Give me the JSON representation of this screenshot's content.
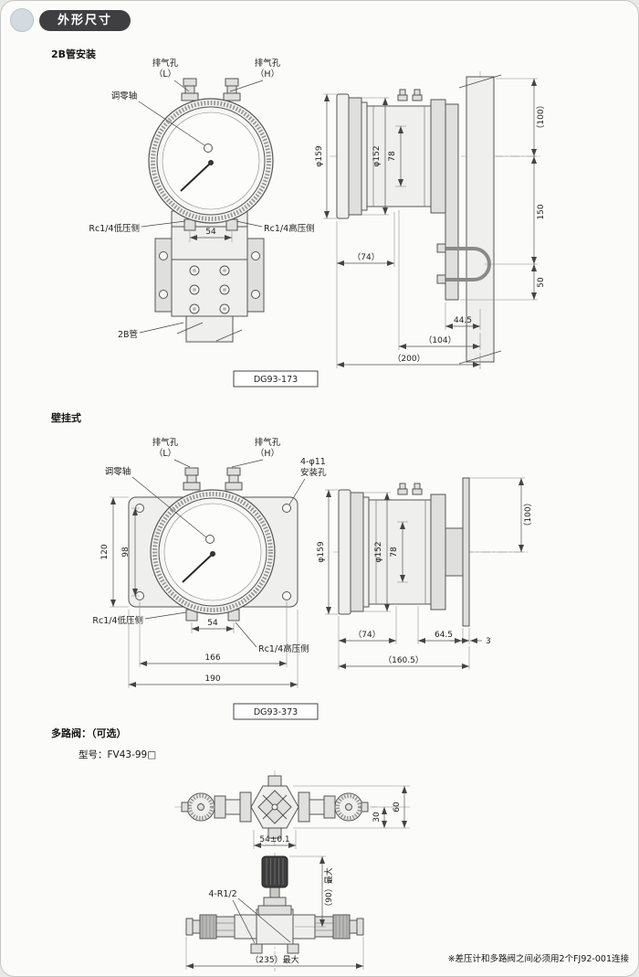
{
  "header": {
    "title": "外形尺寸"
  },
  "s1": {
    "title": "2B管安装",
    "vent_l_1": "排气孔",
    "vent_l_2": "（L）",
    "vent_h_1": "排气孔",
    "vent_h_2": "（H）",
    "zero_axis": "调零轴",
    "low_side": "Rc1/4低压侧",
    "high_side": "Rc1/4高压侧",
    "pipe_label": "2B管",
    "dims": {
      "d54": "54",
      "d159": "φ159",
      "d152": "φ152",
      "d78": "78",
      "d74": "（74）",
      "d100": "（100）",
      "d150": "150",
      "d50": "50",
      "d44_5": "44.5",
      "d104": "（104）",
      "d200": "（200）"
    },
    "model": "DG93-173"
  },
  "s2": {
    "title": "壁挂式",
    "vent_l_1": "排气孔",
    "vent_l_2": "（L）",
    "vent_h_1": "排气孔",
    "vent_h_2": "（H）",
    "zero_axis": "调零轴",
    "mount_holes_1": "4-φ11",
    "mount_holes_2": "安装孔",
    "low_side": "Rc1/4低压侧",
    "high_side": "Rc1/4高压侧",
    "dims": {
      "d120": "120",
      "d98": "98",
      "d54": "54",
      "d166": "166",
      "d190": "190",
      "d159": "φ159",
      "d152": "φ152",
      "d78": "78",
      "d100": "（100）",
      "d74": "（74）",
      "d64_5": "64.5",
      "d3": "3",
      "d160_5": "（160.5）"
    },
    "model": "DG93-373"
  },
  "s3": {
    "title": "多路阀：（可选）",
    "model_label": "型号：FV43-99□",
    "dims": {
      "d54": "54±0.1",
      "d30": "30",
      "d60": "60",
      "ports": "4-R1/2",
      "d90": "（90）最大",
      "d235": "（235）最大"
    },
    "note": "※差压计和多路阀之间必须用2个FJ92-001连接"
  }
}
